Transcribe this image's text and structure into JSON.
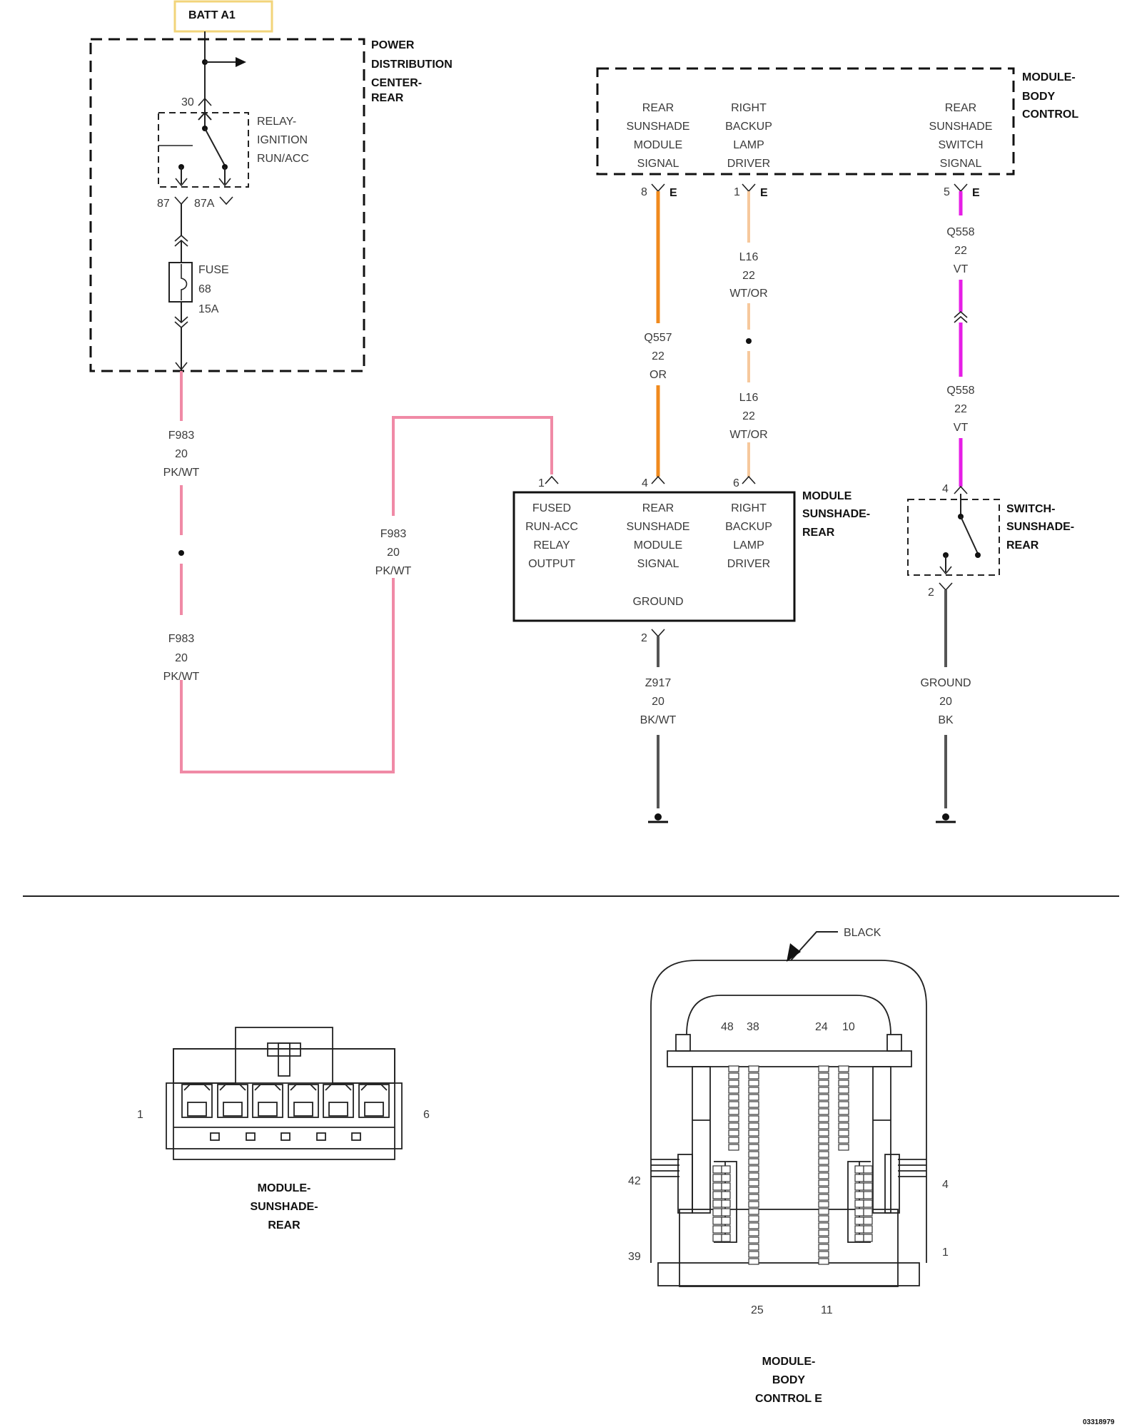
{
  "colors": {
    "pk_wt": "#f08aa6",
    "or": "#f08a1e",
    "wt_or": "#f6c89c",
    "vt": "#e61ee6",
    "bk": "#555555",
    "batt_border": "#f2d47a"
  },
  "batt": {
    "label": "BATT A1"
  },
  "pdc": {
    "title": [
      "POWER",
      "DISTRIBUTION",
      "CENTER-",
      "REAR"
    ],
    "pin_30": "30",
    "relay": [
      "RELAY-",
      "IGNITION",
      "RUN/ACC"
    ],
    "pin_87": "87",
    "pin_87a": "87A",
    "fuse": [
      "FUSE",
      "68",
      "15A"
    ]
  },
  "bcm": {
    "title": [
      "MODULE-",
      "BODY",
      "CONTROL"
    ],
    "pins": [
      {
        "label": [
          "REAR",
          "SUNSHADE",
          "MODULE",
          "SIGNAL"
        ],
        "pin": "8",
        "conn": "E"
      },
      {
        "label": [
          "RIGHT",
          "BACKUP",
          "LAMP",
          "DRIVER"
        ],
        "pin": "1",
        "conn": "E"
      },
      {
        "label": [
          "REAR",
          "SUNSHADE",
          "SWITCH",
          "SIGNAL"
        ],
        "pin": "5",
        "conn": "E"
      }
    ]
  },
  "wires": {
    "f983_a": [
      "F983",
      "20",
      "PK/WT"
    ],
    "f983_b": [
      "F983",
      "20",
      "PK/WT"
    ],
    "f983_c": [
      "F983",
      "20",
      "PK/WT"
    ],
    "q557": [
      "Q557",
      "22",
      "OR"
    ],
    "l16_a": [
      "L16",
      "22",
      "WT/OR"
    ],
    "l16_b": [
      "L16",
      "22",
      "WT/OR"
    ],
    "q558_a": [
      "Q558",
      "22",
      "VT"
    ],
    "q558_b": [
      "Q558",
      "22",
      "VT"
    ],
    "z917": [
      "Z917",
      "20",
      "BK/WT"
    ],
    "ground": [
      "GROUND",
      "20",
      "BK"
    ]
  },
  "msr": {
    "title": [
      "MODULE",
      "SUNSHADE-",
      "REAR"
    ],
    "pins": [
      {
        "label": [
          "FUSED",
          "RUN-ACC",
          "RELAY",
          "OUTPUT"
        ],
        "pin": "1"
      },
      {
        "label": [
          "REAR",
          "SUNSHADE",
          "MODULE",
          "SIGNAL"
        ],
        "pin": "4"
      },
      {
        "label": [
          "RIGHT",
          "BACKUP",
          "LAMP",
          "DRIVER"
        ],
        "pin": "6"
      }
    ],
    "ground_label": "GROUND",
    "ground_pin": "2"
  },
  "switch": {
    "title": [
      "SWITCH-",
      "SUNSHADE-",
      "REAR"
    ],
    "pin_top": "4",
    "pin_bottom": "2"
  },
  "connector_sunshade": {
    "pin_left": "1",
    "pin_right": "6",
    "caption": [
      "MODULE-",
      "SUNSHADE-",
      "REAR"
    ]
  },
  "connector_bcm": {
    "color_label": "BLACK",
    "top_pins": [
      "48",
      "38",
      "24",
      "10"
    ],
    "left_pins": [
      "42",
      "39"
    ],
    "right_pins": [
      "4",
      "1"
    ],
    "bottom_pins": [
      "25",
      "11"
    ],
    "caption": [
      "MODULE-",
      "BODY",
      "CONTROL E"
    ]
  },
  "figure_id": "03318979"
}
